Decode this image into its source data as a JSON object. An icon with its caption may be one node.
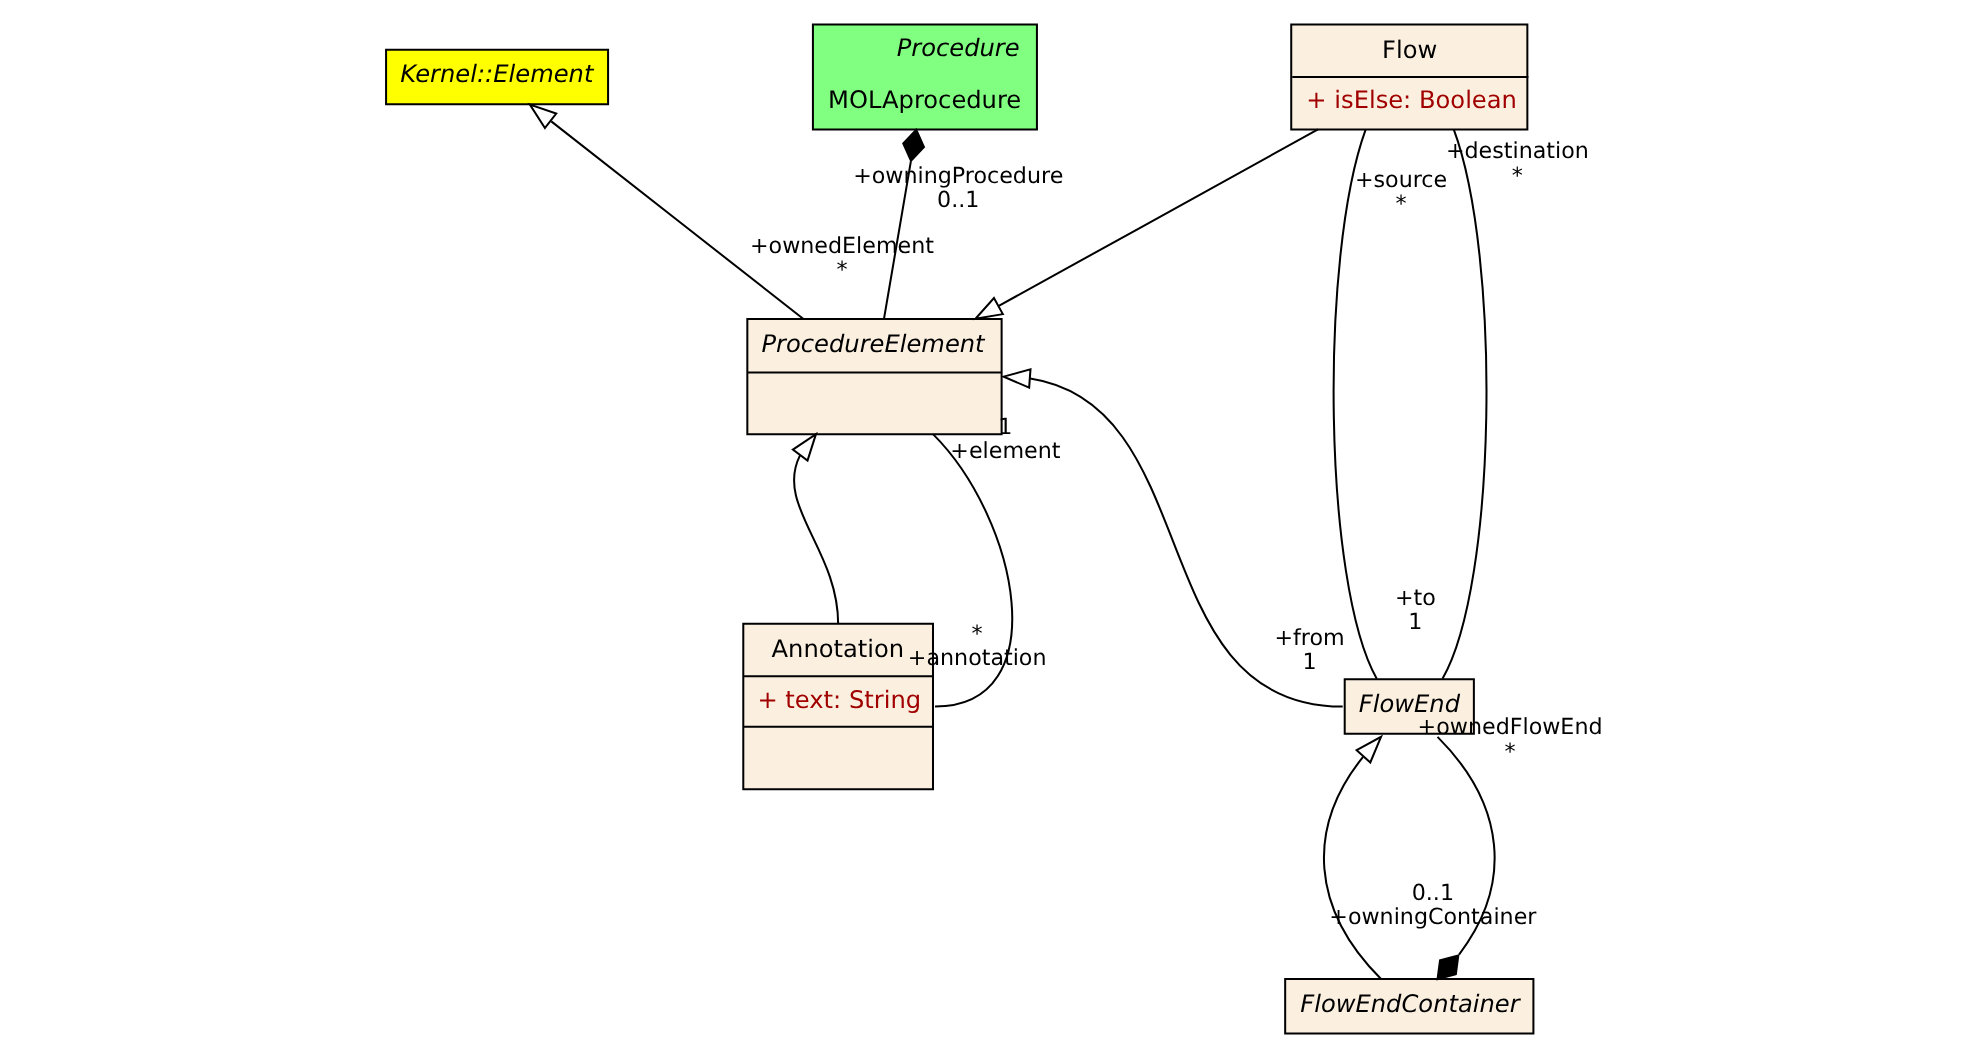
{
  "diagram": {
    "nodes": [
      {
        "text": [
          "Kernel::Element"
        ]
      },
      {
        "text": [
          "Procedure",
          "MOLAprocedure"
        ]
      },
      {
        "text": [
          "Flow",
          "+ isElse: Boolean"
        ]
      },
      {
        "text": [
          "ProcedureElement"
        ]
      },
      {
        "text": [
          "FlowEnd"
        ]
      },
      {
        "text": [
          "Annotation",
          "+ text: String"
        ]
      },
      {
        "text": [
          "FlowEndContainer"
        ]
      }
    ],
    "edges": [
      {
        "from": 3,
        "to": 0,
        "arrow": "to"
      },
      {
        "from": 1,
        "to": 3,
        "arrow": "other"
      },
      {
        "from": 2,
        "to": 3,
        "arrow": "to"
      },
      {
        "from": 2,
        "to": 4,
        "arrow": "none"
      },
      {
        "from": 2,
        "to": 4,
        "arrow": "none"
      },
      {
        "from": 4,
        "to": 3,
        "arrow": "to"
      },
      {
        "from": 5,
        "to": 3,
        "arrow": "to"
      },
      {
        "from": 3,
        "to": 5,
        "arrow": "none"
      },
      {
        "from": 6,
        "to": 4,
        "arrow": "to"
      },
      {
        "from": 6,
        "to": 4,
        "arrow": "other"
      }
    ],
    "labels": [
      "+owningProcedure",
      "0..1",
      "+source",
      "*",
      "+destination",
      "*",
      "+ownedElement",
      "*",
      "+from",
      "1",
      "+to",
      "1",
      "+ownedFlowEnd",
      "*",
      "1",
      "+element",
      "0..1",
      "*",
      "+owningContainer",
      "+annotation"
    ]
  }
}
